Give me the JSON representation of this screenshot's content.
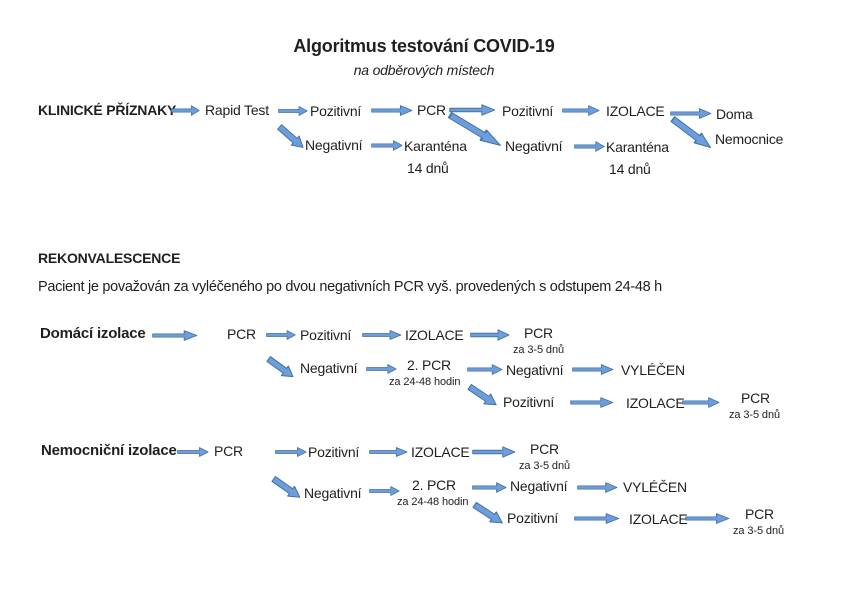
{
  "colors": {
    "arrow_fill": "#6d9edb",
    "arrow_stroke": "#4472a4",
    "text": "#1f1f1f",
    "background": "#ffffff"
  },
  "header": {
    "title": "Algoritmus testování COVID-19",
    "subtitle": "na odběrových místech"
  },
  "clinical": {
    "heading": "KLINICKÉ PŘÍZNAKY",
    "rapid_test": "Rapid Test",
    "positive1": "Pozitivní",
    "pcr": "PCR",
    "positive2": "Pozitivní",
    "isolation": "IZOLACE",
    "home": "Doma",
    "hospital": "Nemocnice",
    "negative1": "Negativní",
    "quarantine1": "Karanténa",
    "quarantine1_duration": "14 dnů",
    "negative2": "Negativní",
    "quarantine2": "Karanténa",
    "quarantine2_duration": "14 dnů"
  },
  "reconvalescence": {
    "heading": "REKONVALESCENCE",
    "note": "Pacient je považován za vyléčeného po dvou negativních PCR vyš. provedených s odstupem 24-48 h"
  },
  "home_isolation": {
    "heading": "Domácí izolace",
    "pcr": "PCR",
    "positive1": "Pozitivní",
    "isolation1": "IZOLACE",
    "pcr_followup1": "PCR",
    "pcr_followup1_timing": "za 3-5 dnů",
    "negative1": "Negativní",
    "second_pcr": "2. PCR",
    "second_pcr_timing": "za 24-48 hodin",
    "negative2": "Negativní",
    "cured": "VYLÉČEN",
    "positive2": "Pozitivní",
    "isolation2": "IZOLACE",
    "pcr_followup2": "PCR",
    "pcr_followup2_timing": "za 3-5 dnů"
  },
  "hospital_isolation": {
    "heading": "Nemocniční izolace",
    "pcr": "PCR",
    "positive1": "Pozitivní",
    "isolation1": "IZOLACE",
    "pcr_followup1": "PCR",
    "pcr_followup1_timing": "za 3-5 dnů",
    "negative1": "Negativní",
    "second_pcr": "2. PCR",
    "second_pcr_timing": "za 24-48 hodin",
    "negative2": "Negativní",
    "cured": "VYLÉČEN",
    "positive2": "Pozitivní",
    "isolation2": "IZOLACE",
    "pcr_followup2": "PCR",
    "pcr_followup2_timing": "za 3-5 dnů"
  }
}
